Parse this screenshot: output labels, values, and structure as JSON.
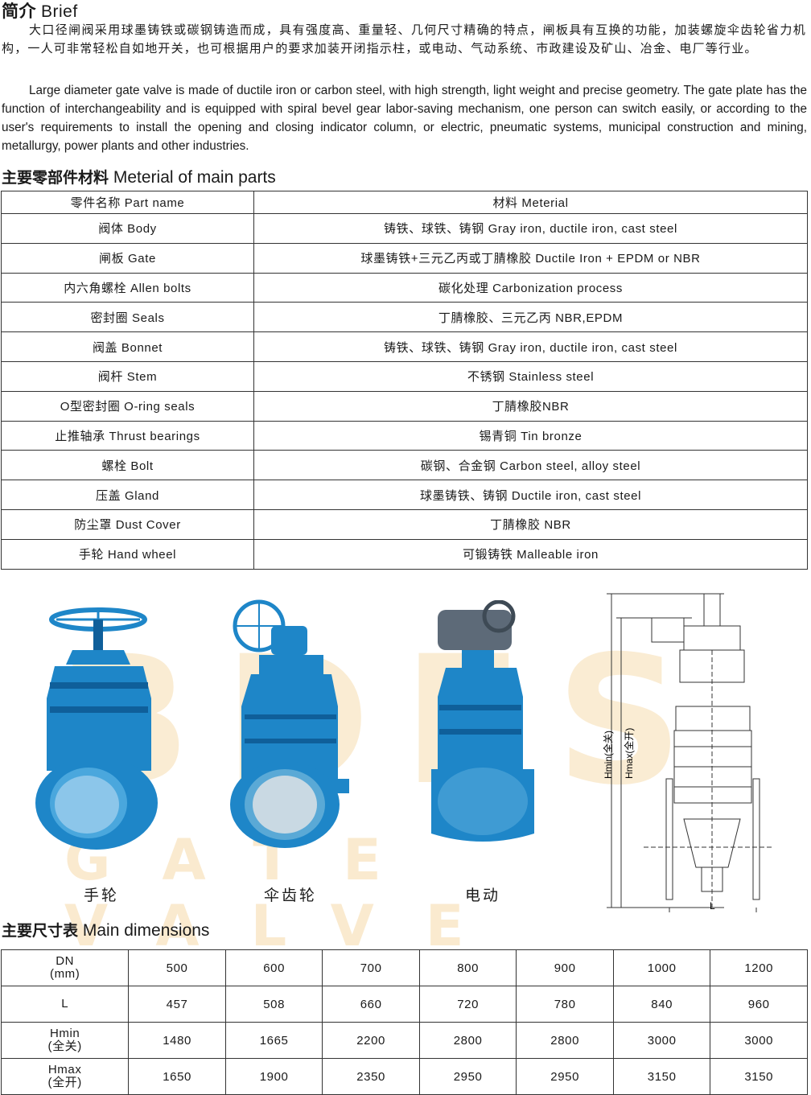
{
  "brief": {
    "title_cn": "简介",
    "title_en": "Brief",
    "text_cn": "大口径闸阀采用球墨铸铁或碳钢铸造而成，具有强度高、重量轻、几何尺寸精确的特点，闸板具有互换的功能，加装螺旋伞齿轮省力机构，一人可非常轻松自如地开关，也可根据用户的要求加装开闭指示柱，或电动、气动系统、市政建设及矿山、冶金、电厂等行业。",
    "text_en": "Large diameter gate valve is made of ductile iron or carbon steel, with high strength, light weight and precise geometry. The gate plate has the function of interchangeability and is equipped with spiral bevel gear labor-saving mechanism, one person can switch easily, or according to the user's requirements to install the opening and closing indicator column, or electric, pneumatic systems, municipal construction and mining, metallurgy, power plants and other industries."
  },
  "materials": {
    "title_cn": "主要零部件材料",
    "title_en": "Meterial of main parts",
    "header": [
      "零件名称 Part name",
      "材料 Meterial"
    ],
    "rows": [
      [
        "阀体 Body",
        "铸铁、球铁、铸钢  Gray iron, ductile iron, cast steel"
      ],
      [
        "闸板 Gate",
        "球墨铸铁+三元乙丙或丁腈橡胶 Ductile Iron + EPDM or NBR"
      ],
      [
        "内六角螺栓 Allen bolts",
        "碳化处理 Carbonization process"
      ],
      [
        "密封圈 Seals",
        "丁腈橡胶、三元乙丙 NBR,EPDM"
      ],
      [
        "阀盖 Bonnet",
        "铸铁、球铁、铸钢  Gray iron, ductile iron, cast steel"
      ],
      [
        "阀杆 Stem",
        "不锈钢 Stainless steel"
      ],
      [
        "O型密封圈 O-ring seals",
        "丁腈橡胶NBR"
      ],
      [
        "止推轴承 Thrust bearings",
        "锡青铜 Tin bronze"
      ],
      [
        "螺栓 Bolt",
        "碳钢、合金钢 Carbon steel, alloy steel"
      ],
      [
        "压盖 Gland",
        "球墨铸铁、铸钢  Ductile iron, cast steel"
      ],
      [
        "防尘罩 Dust Cover",
        "丁腈橡胶 NBR"
      ],
      [
        "手轮 Hand wheel",
        "可锻铸铁 Malleable iron"
      ]
    ]
  },
  "figure": {
    "watermark_big": "BDFS",
    "watermark_small": "GATE VALVE",
    "captions": [
      "手轮",
      "伞齿轮",
      "电动"
    ],
    "drawing_labels": {
      "hmin": "Hmin(全关)",
      "hmax": "Hmax(全开)",
      "l": "L"
    },
    "colors": {
      "valve_blue": "#1e86c8",
      "valve_dark": "#0f5f9a",
      "watermark": "#f7ddb0"
    }
  },
  "dimensions": {
    "title_cn": "主要尺寸表",
    "title_en": "Main dimensions",
    "rows": [
      {
        "head": [
          "DN",
          "(mm)"
        ],
        "values": [
          "500",
          "600",
          "700",
          "800",
          "900",
          "1000",
          "1200"
        ]
      },
      {
        "head": [
          "L"
        ],
        "values": [
          "457",
          "508",
          "660",
          "720",
          "780",
          "840",
          "960"
        ]
      },
      {
        "head": [
          "Hmin",
          "(全关)"
        ],
        "values": [
          "1480",
          "1665",
          "2200",
          "2800",
          "2800",
          "3000",
          "3000"
        ]
      },
      {
        "head": [
          "Hmax",
          "(全开)"
        ],
        "values": [
          "1650",
          "1900",
          "2350",
          "2950",
          "2950",
          "3150",
          "3150"
        ]
      }
    ]
  }
}
